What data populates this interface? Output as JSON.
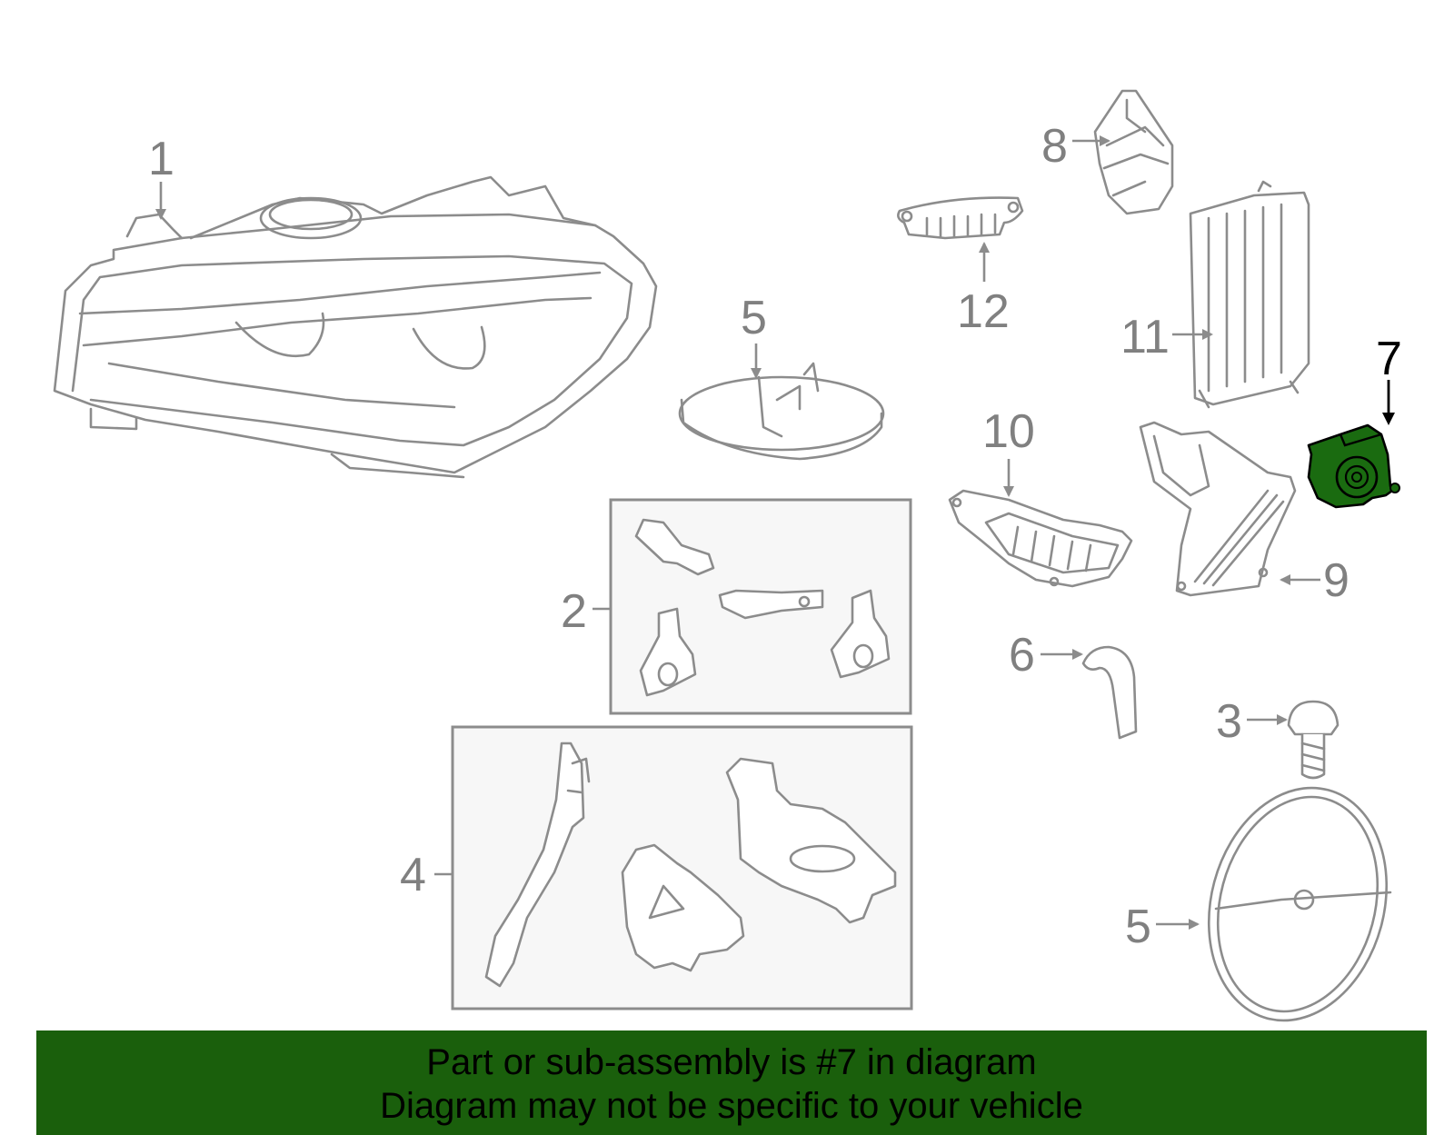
{
  "diagram": {
    "callouts": {
      "c1": "1",
      "c2": "2",
      "c3": "3",
      "c4": "4",
      "c5_top": "5",
      "c5_bottom": "5",
      "c6": "6",
      "c7": "7",
      "c8": "8",
      "c9": "9",
      "c10": "10",
      "c11": "11",
      "c12": "12"
    },
    "highlight_color": "#1a6b10",
    "line_color": "#8c8c8c"
  },
  "banner": {
    "line1": "Part or sub-assembly is #7 in diagram",
    "line2": "Diagram may not be specific to your vehicle",
    "background": "#1a5f0c"
  }
}
